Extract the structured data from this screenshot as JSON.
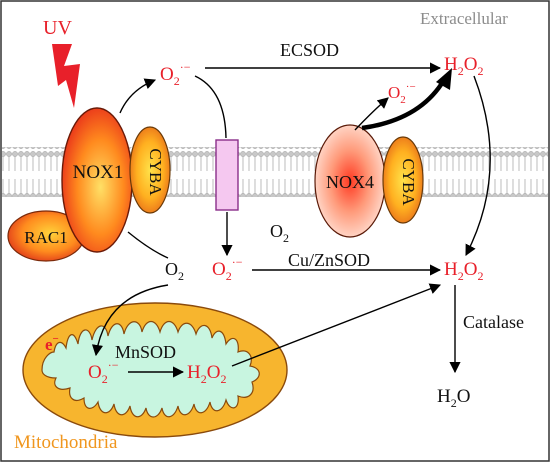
{
  "labels": {
    "uv": "UV",
    "extracellular": "Extracellular",
    "mitochondria": "Mitochondria",
    "ecsod": "ECSOD",
    "cuznsod": "Cu/ZnSOD",
    "mnsod": "MnSOD",
    "catalase": "Catalase",
    "nox1": "NOX1",
    "nox4": "NOX4",
    "cyba_left": "CYBA",
    "cyba_right": "CYBA",
    "rac1": "RAC1",
    "e_minus": "e",
    "e_minus_sup": "−"
  },
  "species": {
    "o2": "O",
    "o2_sub": "2",
    "superoxide_sup": "·−",
    "h2o2_h": "H",
    "h2o2_o": "O",
    "h2o": "H",
    "h2o_o": "O"
  },
  "colors": {
    "red_text": "#e8202a",
    "orange_text": "#f0961e",
    "grey_text": "#8c8c8c",
    "channel_fill": "#f5c8f0",
    "channel_stroke": "#8a2f8a",
    "matrix_fill": "#c8f5e0",
    "mito_fill": "#f7b52e",
    "mito_stroke": "#8a4a0c",
    "arrow": "#000000"
  }
}
